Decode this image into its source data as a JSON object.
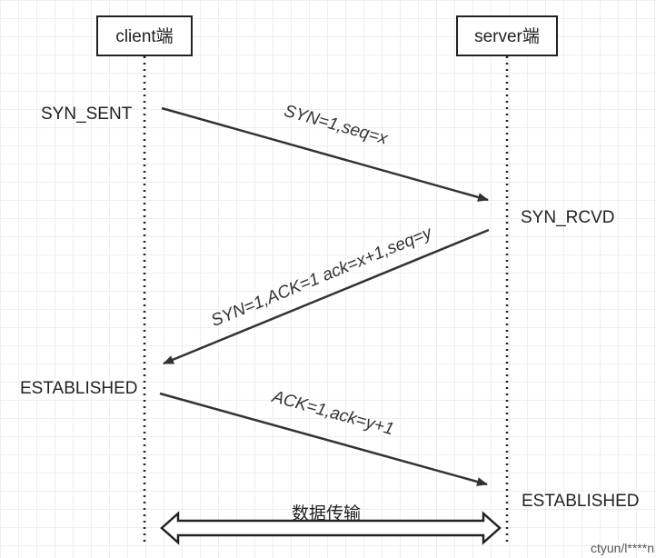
{
  "client": {
    "label": "client端"
  },
  "server": {
    "label": "server端"
  },
  "states": {
    "client_syn_sent": "SYN_SENT",
    "server_syn_rcvd": "SYN_RCVD",
    "client_established": "ESTABLISHED",
    "server_established": "ESTABLISHED"
  },
  "messages": {
    "syn": "SYN=1,seq=x",
    "syn_ack": "SYN=1,ACK=1 ack=x+1,seq=y",
    "ack": "ACK=1,ack=y+1"
  },
  "transfer": {
    "label": "数据传输"
  },
  "watermark": "ctyun/l****n"
}
